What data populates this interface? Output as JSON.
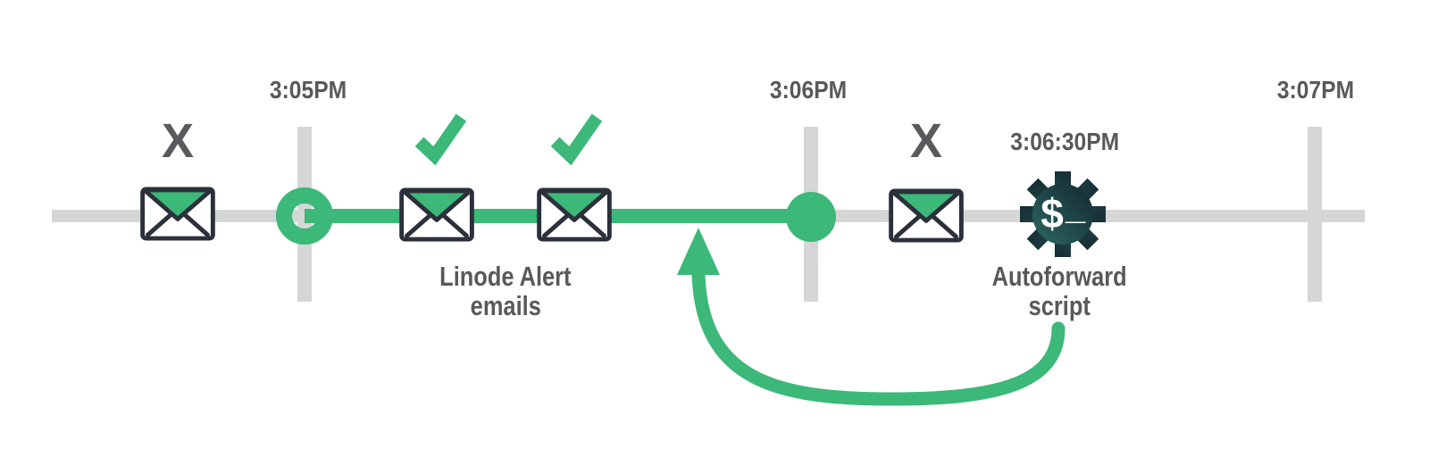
{
  "diagram": {
    "type": "timeline",
    "colors": {
      "accent_green": "#3CB878",
      "rail_gray": "#D5D6D7",
      "text_gray": "#58595B",
      "envelope_outline": "#2B303A",
      "gear_gradient_start": "#31756B",
      "gear_gradient_end": "#101B26",
      "white": "#FFFFFF"
    },
    "timeline": {
      "ticks": [
        {
          "label": "3:05PM"
        },
        {
          "label": "3:06PM"
        },
        {
          "label": "3:07PM"
        }
      ],
      "script_time_label": "3:06:30PM"
    },
    "labels": {
      "alert_emails_line1": "Linode Alert",
      "alert_emails_line2": "emails",
      "script_line1": "Autoforward",
      "script_line2": "script"
    },
    "glyphs": {
      "fail_mark": "X",
      "gear_dollar": "$",
      "gear_underscore": "_"
    },
    "icons": [
      "envelope-icon (missed, before 3:05PM)",
      "envelope-icon (delivered, check)",
      "envelope-icon (delivered, check)",
      "envelope-icon (missed, after 3:06PM)",
      "gear-dollar-icon (autoforward script at 3:06:30PM)",
      "curved-arrow (script loops back to timeline)"
    ]
  }
}
